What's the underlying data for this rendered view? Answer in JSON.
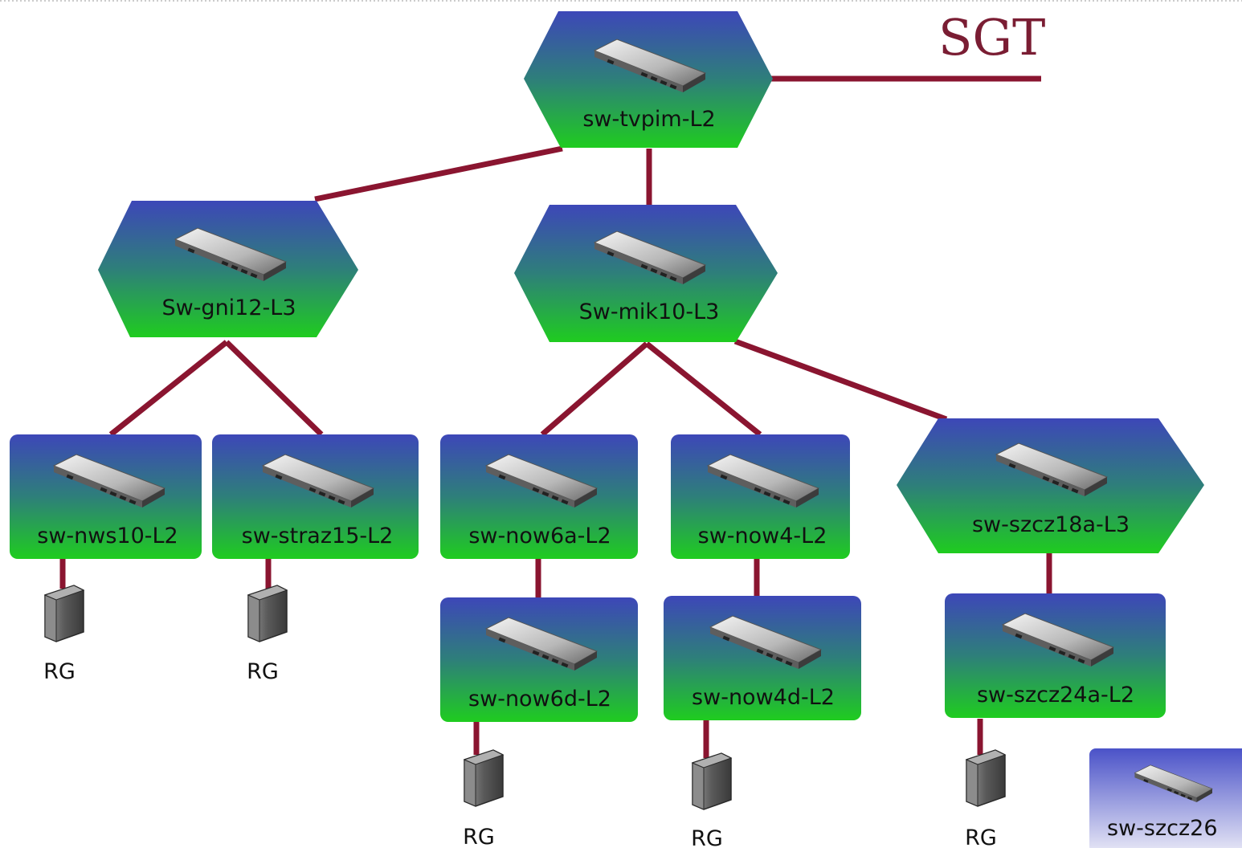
{
  "uplink": {
    "label": "SGT"
  },
  "colors": {
    "link": "#8a1530",
    "node_top": "#3a4fb0",
    "node_bottom": "#22cc22",
    "label_red": "#7a1d33"
  },
  "nodes": [
    {
      "id": "tvpim",
      "label": "sw-tvpim-L2",
      "shape": "hexagon",
      "icon": "switch-icon"
    },
    {
      "id": "gni12",
      "label": "Sw-gni12-L3",
      "shape": "hexagon",
      "icon": "switch-icon"
    },
    {
      "id": "mik10",
      "label": "Sw-mik10-L3",
      "shape": "hexagon",
      "icon": "switch-icon"
    },
    {
      "id": "nws10",
      "label": "sw-nws10-L2",
      "shape": "rectangle",
      "icon": "switch-icon"
    },
    {
      "id": "straz15",
      "label": "sw-straz15-L2",
      "shape": "rectangle",
      "icon": "switch-icon"
    },
    {
      "id": "now6a",
      "label": "sw-now6a-L2",
      "shape": "rectangle",
      "icon": "switch-icon"
    },
    {
      "id": "now4",
      "label": "sw-now4-L2",
      "shape": "rectangle",
      "icon": "switch-icon"
    },
    {
      "id": "szcz18a",
      "label": "sw-szcz18a-L3",
      "shape": "hexagon",
      "icon": "switch-icon"
    },
    {
      "id": "now6d",
      "label": "sw-now6d-L2",
      "shape": "rectangle",
      "icon": "switch-icon"
    },
    {
      "id": "now4d",
      "label": "sw-now4d-L2",
      "shape": "rectangle",
      "icon": "switch-icon"
    },
    {
      "id": "szcz24a",
      "label": "sw-szcz24a-L2",
      "shape": "rectangle",
      "icon": "switch-icon"
    },
    {
      "id": "szcz26",
      "label": "sw-szcz26",
      "shape": "rectangle",
      "icon": "switch-icon"
    }
  ],
  "endpoints": [
    {
      "id": "rg1",
      "label": "RG",
      "icon": "gateway-icon"
    },
    {
      "id": "rg2",
      "label": "RG",
      "icon": "gateway-icon"
    },
    {
      "id": "rg3",
      "label": "RG",
      "icon": "gateway-icon"
    },
    {
      "id": "rg4",
      "label": "RG",
      "icon": "gateway-icon"
    },
    {
      "id": "rg5",
      "label": "RG",
      "icon": "gateway-icon"
    }
  ],
  "links": [
    {
      "from": "tvpim",
      "to": "SGT"
    },
    {
      "from": "tvpim",
      "to": "gni12"
    },
    {
      "from": "tvpim",
      "to": "mik10"
    },
    {
      "from": "gni12",
      "to": "nws10"
    },
    {
      "from": "gni12",
      "to": "straz15"
    },
    {
      "from": "mik10",
      "to": "now6a"
    },
    {
      "from": "mik10",
      "to": "now4"
    },
    {
      "from": "mik10",
      "to": "szcz18a"
    },
    {
      "from": "now6a",
      "to": "now6d"
    },
    {
      "from": "now4",
      "to": "now4d"
    },
    {
      "from": "szcz18a",
      "to": "szcz24a"
    },
    {
      "from": "nws10",
      "to": "rg1"
    },
    {
      "from": "straz15",
      "to": "rg2"
    },
    {
      "from": "now6d",
      "to": "rg3"
    },
    {
      "from": "now4d",
      "to": "rg4"
    },
    {
      "from": "szcz24a",
      "to": "rg5"
    }
  ]
}
